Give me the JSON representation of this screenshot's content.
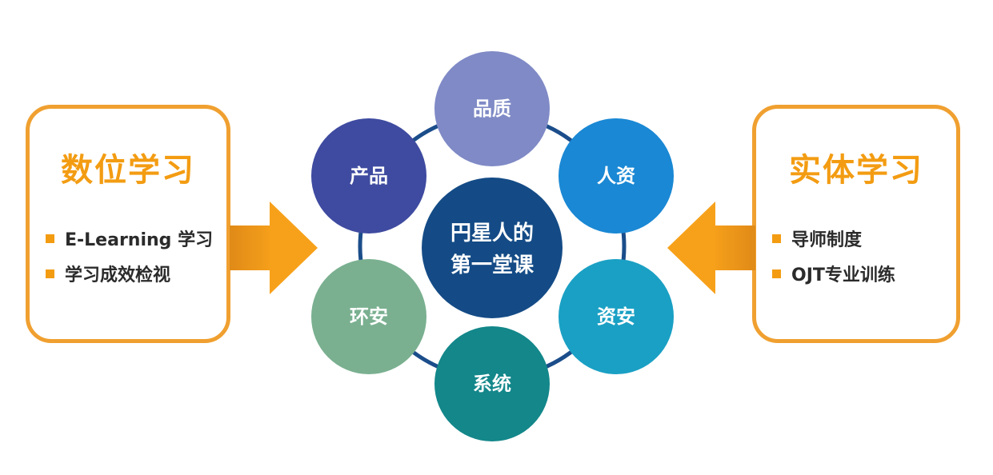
{
  "left_panel": {
    "title": "数位学习",
    "items": [
      "E-Learning 学习",
      "学习成效检视"
    ]
  },
  "right_panel": {
    "title": "实体学习",
    "items": [
      "导师制度",
      "OJT专业训练"
    ]
  },
  "center": {
    "line1": "円星人的",
    "line2": "第一堂课"
  },
  "nodes": [
    {
      "label": "品质",
      "color": "#7f8ac6"
    },
    {
      "label": "人资",
      "color": "#1a88d4"
    },
    {
      "label": "资安",
      "color": "#1aa0c4"
    },
    {
      "label": "系统",
      "color": "#13878a"
    },
    {
      "label": "环安",
      "color": "#7ab090"
    },
    {
      "label": "产品",
      "color": "#3f4ba0"
    }
  ],
  "colors": {
    "accent": "#f39c12",
    "center": "#144b86",
    "ring": "#1b4d8a",
    "arrow_dark": "#e69018",
    "arrow_light": "#f7a11b"
  }
}
